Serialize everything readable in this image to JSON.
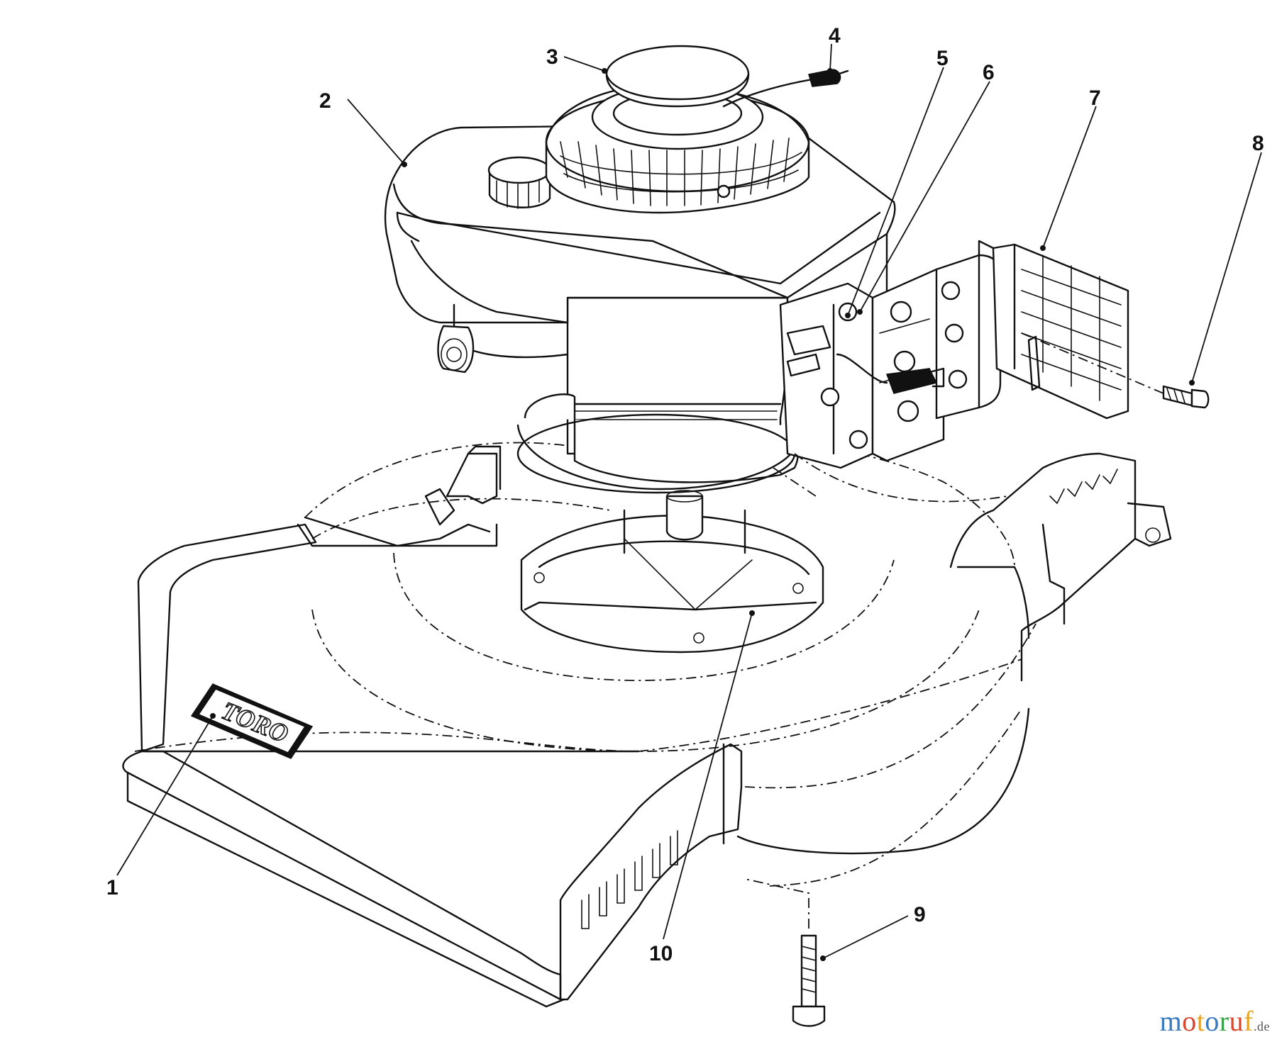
{
  "diagram": {
    "callouts": [
      {
        "id": 1,
        "label": "1"
      },
      {
        "id": 2,
        "label": "2"
      },
      {
        "id": 3,
        "label": "3"
      },
      {
        "id": 4,
        "label": "4"
      },
      {
        "id": 5,
        "label": "5"
      },
      {
        "id": 6,
        "label": "6"
      },
      {
        "id": 7,
        "label": "7"
      },
      {
        "id": 8,
        "label": "8"
      },
      {
        "id": 9,
        "label": "9"
      },
      {
        "id": 10,
        "label": "10"
      }
    ],
    "decal_text": "TORO"
  },
  "watermark": {
    "text": "motoruf",
    "suffix": ".de",
    "letter_colors": [
      "#3a7bbf",
      "#d9462e",
      "#e8a320",
      "#3a7bbf",
      "#3aa34a",
      "#d9462e",
      "#e8a320"
    ]
  }
}
